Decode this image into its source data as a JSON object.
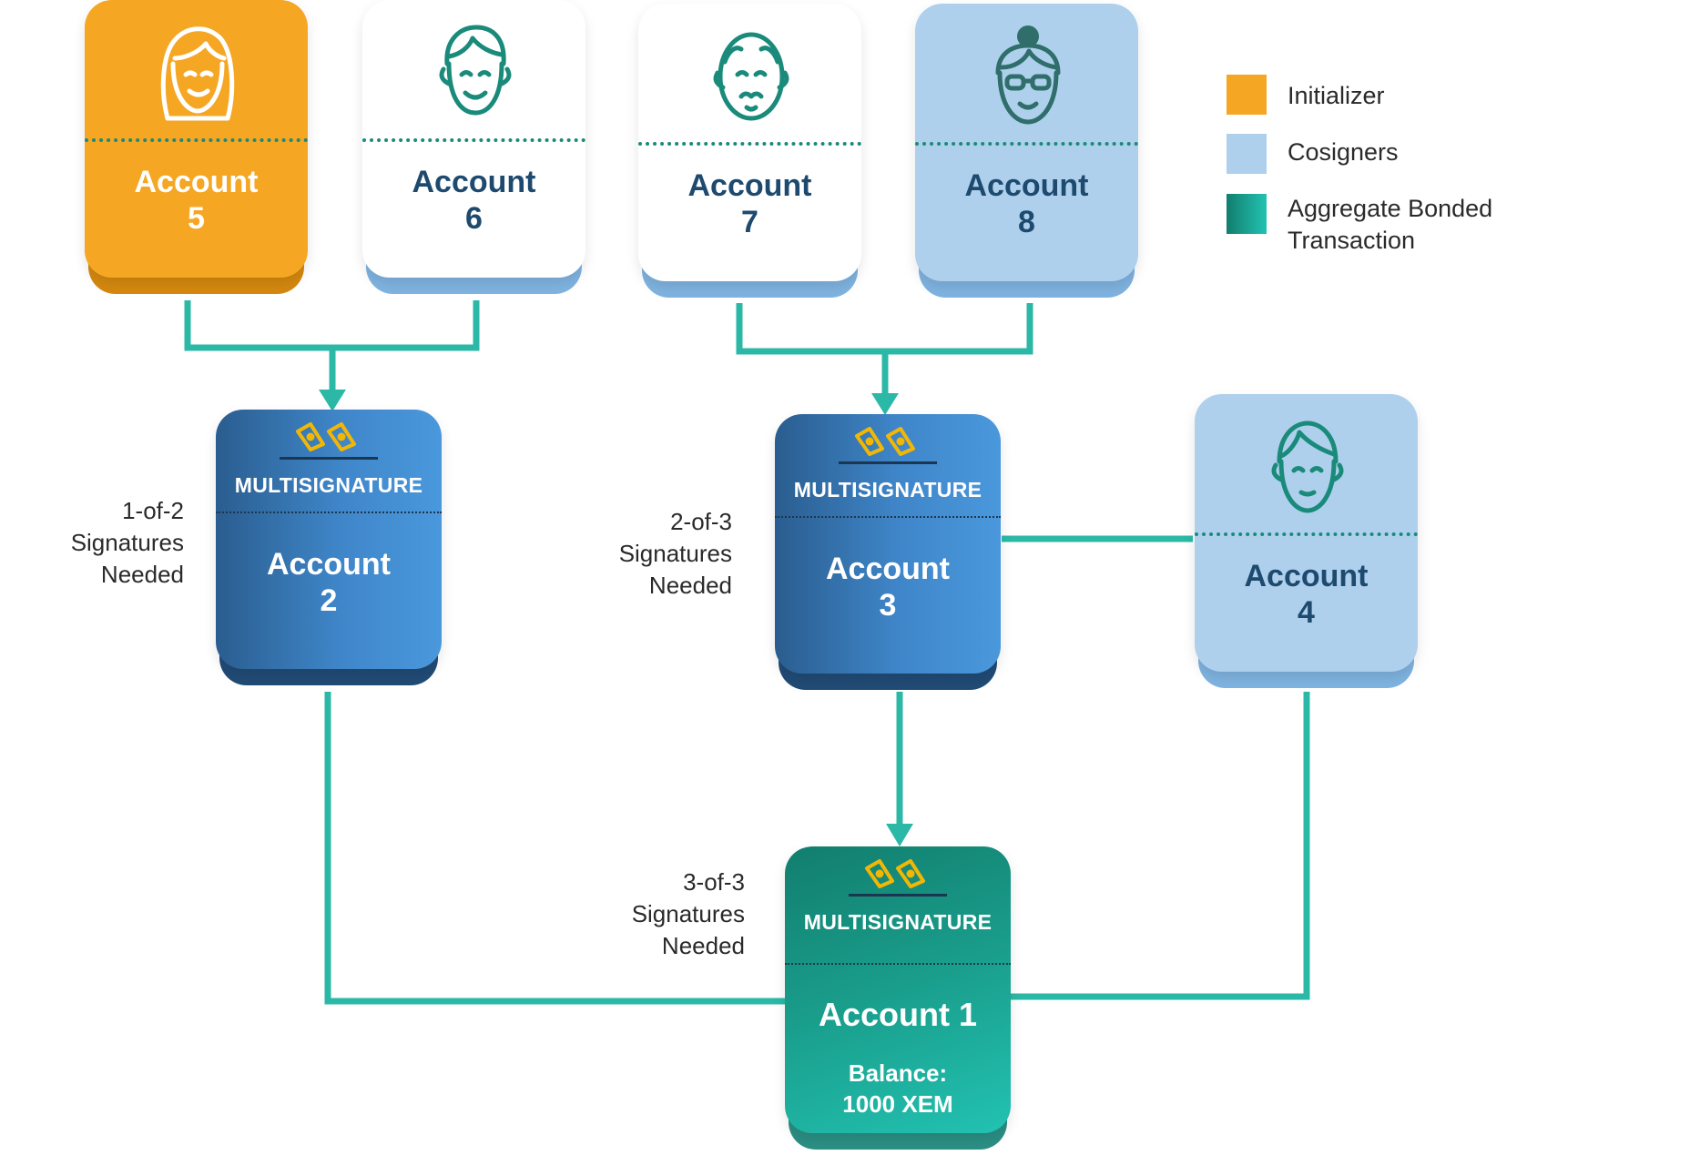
{
  "accounts": {
    "a5": {
      "label": "Account",
      "number": "5"
    },
    "a6": {
      "label": "Account",
      "number": "6"
    },
    "a7": {
      "label": "Account",
      "number": "7"
    },
    "a8": {
      "label": "Account",
      "number": "8"
    },
    "a4": {
      "label": "Account",
      "number": "4"
    },
    "m2": {
      "tag": "MULTISIGNATURE",
      "label": "Account",
      "number": "2"
    },
    "m3": {
      "tag": "MULTISIGNATURE",
      "label": "Account",
      "number": "3"
    },
    "m1": {
      "tag": "MULTISIGNATURE",
      "label": "Account 1",
      "balance_label": "Balance:",
      "balance_value": "1000 XEM"
    }
  },
  "signatures": {
    "m2": [
      "1-of-2",
      "Signatures",
      "Needed"
    ],
    "m3": [
      "2-of-3",
      "Signatures",
      "Needed"
    ],
    "m1": [
      "3-of-3",
      "Signatures",
      "Needed"
    ]
  },
  "legend": {
    "items": [
      {
        "label": "Initializer",
        "color": "#f5a623"
      },
      {
        "label": "Cosigners",
        "color": "#aed0ec"
      },
      {
        "label_line1": "Aggregate Bonded",
        "label_line2": "Transaction",
        "color": "#1a9e8c"
      }
    ]
  },
  "colors": {
    "connector": "#2bb8a6",
    "initializer": "#f5a623",
    "cosigner": "#aed0ec",
    "multisig": "#3f86c9",
    "aggregate": "#1a9e8c",
    "icon": "#1a8a7a"
  },
  "icons": {
    "a5": "woman-avatar-icon",
    "a6": "man-avatar-icon",
    "a7": "mustache-man-avatar-icon",
    "a8": "woman-glasses-avatar-icon",
    "a4": "man-avatar-icon",
    "multisig": "pen-nibs-icon"
  }
}
